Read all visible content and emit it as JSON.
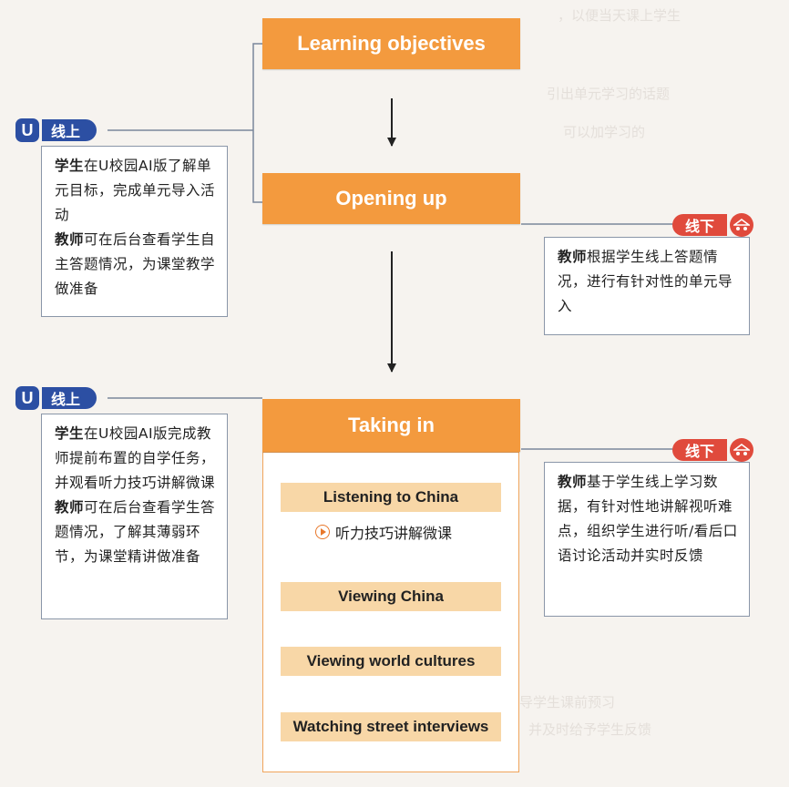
{
  "stages": {
    "learning_objectives": "Learning objectives",
    "opening_up": "Opening up",
    "taking_in": "Taking in"
  },
  "taking_in_items": [
    "Listening to China",
    "Viewing China",
    "Viewing world cultures",
    "Watching street interviews"
  ],
  "micro_lesson": "听力技巧讲解微课",
  "online_label": "线上",
  "offline_label": "线下",
  "notes": {
    "online_1": {
      "student_role": "学生",
      "student_text": "在U校园AI版了解单元目标，完成单元导入活动",
      "teacher_role": "教师",
      "teacher_text": "可在后台查看学生自主答题情况，为课堂教学做准备"
    },
    "offline_1": {
      "teacher_role": "教师",
      "teacher_text": "根据学生线上答题情况，进行有针对性的单元导入"
    },
    "online_2": {
      "student_role": "学生",
      "student_text": "在U校园AI版完成教师提前布置的自学任务，并观看听力技巧讲解微课",
      "teacher_role": "教师",
      "teacher_text": "可在后台查看学生答题情况，了解其薄弱环节，为课堂精讲做准备"
    },
    "offline_2": {
      "teacher_role": "教师",
      "teacher_text": "基于学生线上学习数据，有针对性地讲解视听难点，组织学生进行听/看后口语讨论活动并实时反馈"
    }
  },
  "colors": {
    "stage_orange": "#f39a3e",
    "item_peach": "#f8d7a7",
    "online_blue": "#2c4fa3",
    "offline_red": "#e04a3c"
  },
  "icons": {
    "online": "u-campus-icon",
    "offline": "classroom-icon",
    "micro": "play-circle-icon"
  }
}
